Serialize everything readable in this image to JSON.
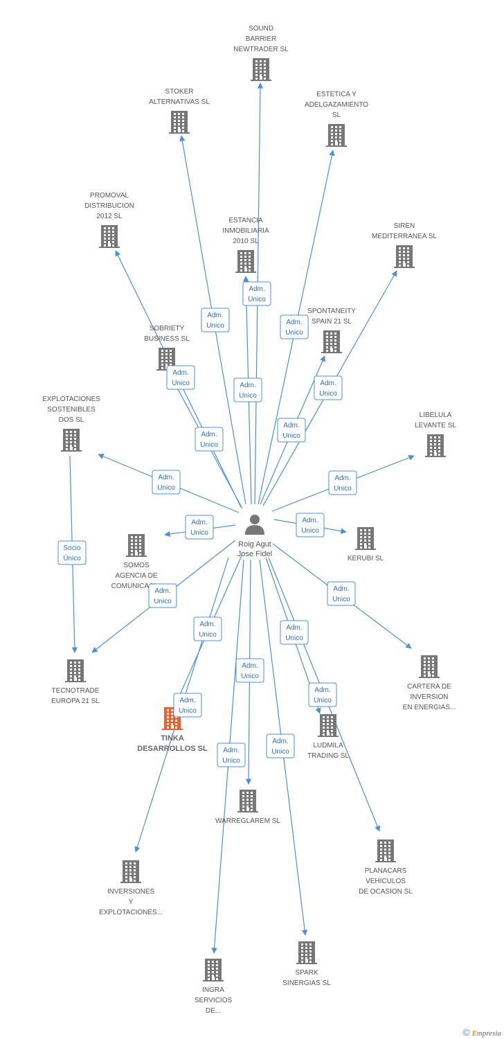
{
  "center": {
    "name_lines": [
      "Roig Agut",
      "Jose Fidel"
    ],
    "icon": "person-icon"
  },
  "colors": {
    "edge": "#4a8fd8",
    "badge_text": "#2f6fb5",
    "company_icon": "#777777",
    "highlight_icon": "#f0602a",
    "person_icon": "#777777"
  },
  "companies": [
    {
      "id": "sound-barrier",
      "lines": [
        "SOUND",
        "BARRIER",
        "NEWTRADER SL"
      ]
    },
    {
      "id": "stoker",
      "lines": [
        "STOKER",
        "ALTERNATIVAS SL"
      ]
    },
    {
      "id": "estetica",
      "lines": [
        "ESTETICA Y",
        "ADELGAZAMIENTO",
        "SL"
      ]
    },
    {
      "id": "promoval",
      "lines": [
        "PROMOVAL",
        "DISTRIBUCION",
        "2012 SL"
      ]
    },
    {
      "id": "estancia",
      "lines": [
        "ESTANCIA",
        "INMOBILIARIA",
        "2010 SL"
      ]
    },
    {
      "id": "siren",
      "lines": [
        "SIREN",
        "MEDITERRANEA SL"
      ]
    },
    {
      "id": "spontaneity",
      "lines": [
        "SPONTANEITY",
        "SPAIN 21 SL"
      ]
    },
    {
      "id": "sobriety",
      "lines": [
        "SOBRIETY",
        "BUSINESS SL"
      ]
    },
    {
      "id": "explotaciones",
      "lines": [
        "EXPLOTACIONES",
        "SOSTENIBLES",
        "DOS SL"
      ]
    },
    {
      "id": "libelula",
      "lines": [
        "LIBELULA",
        "LEVANTE SL"
      ]
    },
    {
      "id": "somos",
      "lines": [
        "SOMOS",
        "AGENCIA DE",
        "COMUNICACI..."
      ]
    },
    {
      "id": "kerubi",
      "lines": [
        "KERUBI SL"
      ]
    },
    {
      "id": "tecnotrade",
      "lines": [
        "TECNOTRADE",
        "EUROPA 21 SL"
      ]
    },
    {
      "id": "tinka",
      "lines": [
        "TINKA",
        "DESARROLLOS SL"
      ],
      "highlight": true
    },
    {
      "id": "cartera",
      "lines": [
        "CARTERA DE",
        "INVERSION",
        "EN ENERGIAS..."
      ]
    },
    {
      "id": "ludmila",
      "lines": [
        "LUDMILA",
        "TRADING SL"
      ]
    },
    {
      "id": "warreglarem",
      "lines": [
        "WARREGLAREM SL"
      ]
    },
    {
      "id": "planacars",
      "lines": [
        "PLANACARS",
        "VEHICULOS",
        "DE OCASION  SL"
      ]
    },
    {
      "id": "inversiones",
      "lines": [
        "INVERSIONES",
        "Y",
        "EXPLOTACIONES..."
      ]
    },
    {
      "id": "spark",
      "lines": [
        "SPARK",
        "SINERGIAS SL"
      ]
    },
    {
      "id": "ingra",
      "lines": [
        "INGRA",
        "SERVICIOS",
        "DE..."
      ]
    }
  ],
  "edges": [
    {
      "from": "center",
      "to": "sound-barrier",
      "label": [
        "Adm.",
        "Unico"
      ]
    },
    {
      "from": "center",
      "to": "stoker",
      "label": [
        "Adm.",
        "Unico"
      ]
    },
    {
      "from": "center",
      "to": "estetica",
      "label": [
        "Adm.",
        "Unico"
      ]
    },
    {
      "from": "center",
      "to": "promoval",
      "label": [
        "Adm.",
        "Unico"
      ]
    },
    {
      "from": "center",
      "to": "estancia",
      "label": [
        "Adm.",
        "Unico"
      ]
    },
    {
      "from": "center",
      "to": "siren",
      "label": [
        "Adm.",
        "Unico"
      ]
    },
    {
      "from": "center",
      "to": "spontaneity",
      "label": [
        "Adm.",
        "Unico"
      ]
    },
    {
      "from": "center",
      "to": "sobriety",
      "label": [
        "Adm.",
        "Unico"
      ]
    },
    {
      "from": "center",
      "to": "explotaciones",
      "label": [
        "Adm.",
        "Unico"
      ]
    },
    {
      "from": "center",
      "to": "libelula",
      "label": [
        "Adm.",
        "Unico"
      ]
    },
    {
      "from": "center",
      "to": "somos",
      "label": [
        "Adm.",
        "Unico"
      ]
    },
    {
      "from": "center",
      "to": "kerubi",
      "label": [
        "Adm.",
        "Unico"
      ]
    },
    {
      "from": "center",
      "to": "tecnotrade",
      "label": [
        "Adm.",
        "Unico"
      ]
    },
    {
      "from": "center",
      "to": "tinka",
      "label": [
        "Adm.",
        "Unico"
      ]
    },
    {
      "from": "center",
      "to": "cartera",
      "label": [
        "Adm.",
        "Unico"
      ]
    },
    {
      "from": "center",
      "to": "ludmila",
      "label": [
        "Adm.",
        "Unico"
      ]
    },
    {
      "from": "center",
      "to": "warreglarem",
      "label": [
        "Adm.",
        "Unico"
      ]
    },
    {
      "from": "center",
      "to": "planacars",
      "label": [
        "Adm.",
        "Unico"
      ]
    },
    {
      "from": "center",
      "to": "inversiones",
      "label": [
        "Adm.",
        "Unico"
      ]
    },
    {
      "from": "center",
      "to": "spark",
      "label": [
        "Adm.",
        "Unico"
      ]
    },
    {
      "from": "center",
      "to": "ingra",
      "label": [
        "Adm.",
        "Unico"
      ]
    },
    {
      "from": "explotaciones",
      "to": "tecnotrade",
      "label": [
        "Socio",
        "Único"
      ]
    }
  ],
  "footer": {
    "copyright": "©",
    "brand_e": "E",
    "brand_rest": "mpresia"
  }
}
